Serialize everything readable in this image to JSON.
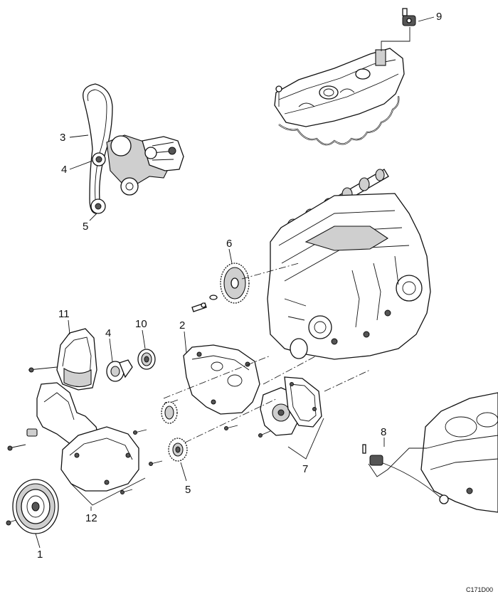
{
  "figure_code": "C171D00",
  "callouts": {
    "c1": "1",
    "c2": "2",
    "c3": "3",
    "c4a": "4",
    "c4b": "4",
    "c5a": "5",
    "c5b": "5",
    "c6": "6",
    "c7": "7",
    "c8": "8",
    "c9": "9",
    "c10": "10",
    "c11": "11",
    "c12": "12"
  }
}
